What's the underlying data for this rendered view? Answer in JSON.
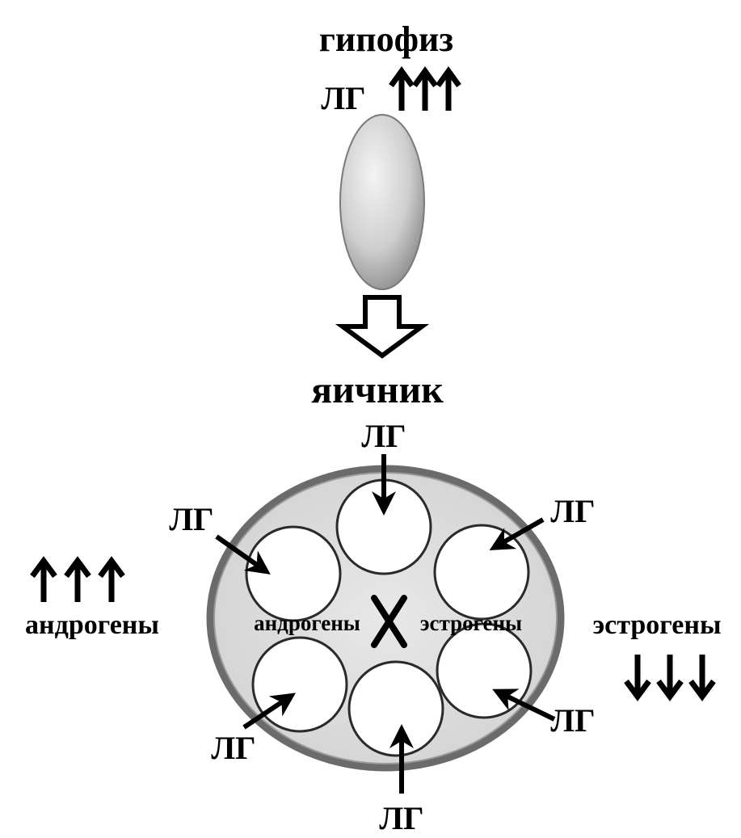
{
  "pituitary": {
    "title": "гипофиз",
    "hormone": "ЛГ"
  },
  "ovary": {
    "title": "яичник",
    "lh_labels": [
      "ЛГ",
      "ЛГ",
      "ЛГ",
      "ЛГ",
      "ЛГ",
      "ЛГ"
    ],
    "inner_androgens": "андрогены",
    "inner_estrogens": "эстрогены"
  },
  "outcomes": {
    "androgens": "андрогены",
    "estrogens": "эстрогены"
  },
  "colors": {
    "ink": "#000000",
    "ovary_rim": "#6b6b6b",
    "ovary_fill": "#dcdcdc",
    "pituitary_fill": "#d0d0d0"
  },
  "icons": {
    "up_arrows": "triple-up-arrow-icon",
    "down_arrows": "triple-down-arrow-icon",
    "block": "x-mark-icon"
  }
}
